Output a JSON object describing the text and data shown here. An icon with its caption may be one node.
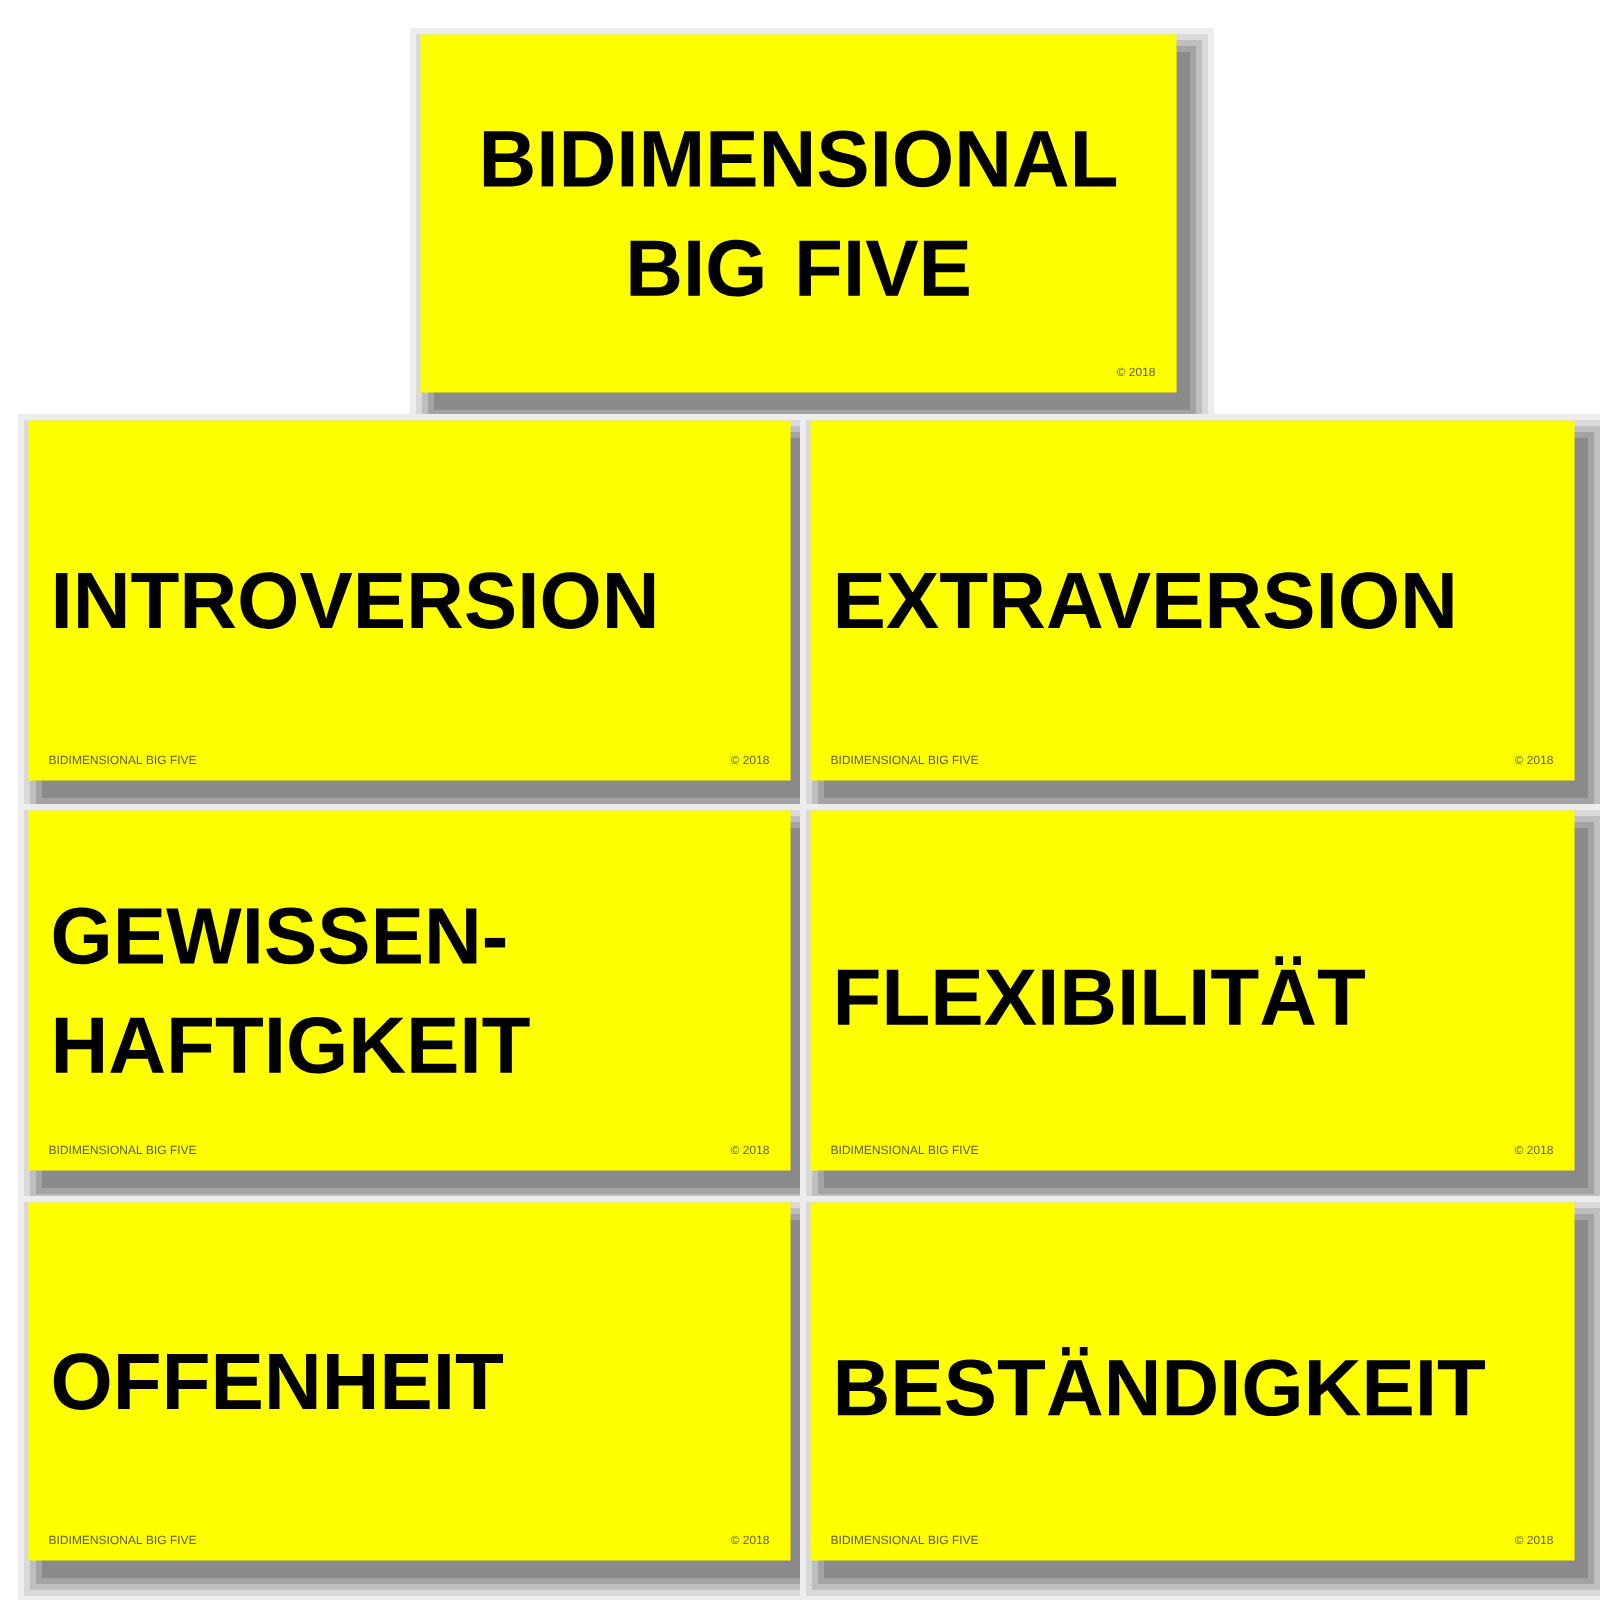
{
  "diagram": {
    "nodes": [
      {
        "text": [
          "BIDIMENSIONAL BIG FIVE",
          "© 2018"
        ]
      },
      {
        "text": [
          "INTROVERSION",
          "BIDIMENSIONAL BIG FIVE",
          "© 2018"
        ]
      },
      {
        "text": [
          "EXTRAVERSION",
          "BIDIMENSIONAL BIG FIVE",
          "© 2018"
        ]
      },
      {
        "text": [
          "GEWISSEN- HAFTIGKEIT",
          "BIDIMENSIONAL BIG FIVE",
          "© 2018"
        ]
      },
      {
        "text": [
          "FLEXIBILITÄT",
          "BIDIMENSIONAL BIG FIVE",
          "© 2018"
        ]
      },
      {
        "text": [
          "OFFENHEIT",
          "BIDIMENSIONAL BIG FIVE",
          "© 2018"
        ]
      },
      {
        "text": [
          "BESTÄNDIGKEIT",
          "BIDIMENSIONAL BIG FIVE",
          "© 2018"
        ]
      }
    ]
  }
}
